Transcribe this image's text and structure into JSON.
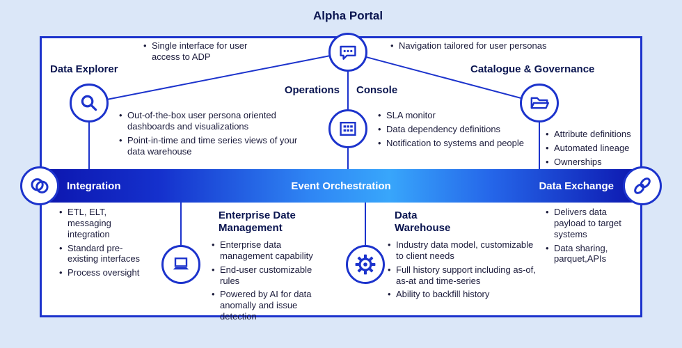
{
  "alpha": {
    "title": "Alpha Portal",
    "left_note": "Single interface for user access to ADP",
    "right_note": "Navigation tailored for user personas",
    "icon": "chat-bubble-icon"
  },
  "explorer": {
    "title": "Data Explorer",
    "icon": "search-icon",
    "bullets": [
      "Out-of-the-box user persona oriented dashboards and visualizations",
      "Point-in-time and time series views of your data warehouse"
    ]
  },
  "console": {
    "title_left": "Operations",
    "title_right": "Console",
    "icon": "console-grid-icon",
    "bullets": [
      "SLA monitor",
      "Data dependency definitions",
      "Notification to systems and people"
    ]
  },
  "catalogue": {
    "title": "Catalogue & Governance",
    "icon": "folder-icon",
    "bullets": [
      "Attribute definitions",
      "Automated lineage",
      "Ownerships"
    ]
  },
  "band": {
    "integration_label": "Integration",
    "orchestration_label": "Event Orchestration",
    "exchange_label": "Data Exchange",
    "integration_icon": "interlocked-rings-icon",
    "exchange_icon": "chain-link-icon"
  },
  "integration": {
    "bullets": [
      "ETL, ELT, messaging integration",
      "Standard pre-existing interfaces",
      "Process oversight"
    ]
  },
  "edm": {
    "title": "Enterprise Date Management",
    "icon": "laptop-icon",
    "bullets": [
      "Enterprise data management capability",
      "End-user customizable rules",
      "Powered by AI for data anomally and issue detection"
    ]
  },
  "warehouse": {
    "title": "Data Warehouse",
    "icon": "gear-icon",
    "bullets": [
      "Industry data model, customizable to client needs",
      "Full history support including as-of, as-at and time-series",
      "Ability to backfill history"
    ]
  },
  "exchange": {
    "bullets": [
      "Delivers data payload to target systems",
      "Data sharing, parquet,APIs"
    ]
  },
  "colors": {
    "accent": "#1c33cc",
    "band_dark": "#0c15ae",
    "band_light": "#38a6fb",
    "heading": "#0a1550",
    "text": "#1c1c3c",
    "background": "#dbe7f8",
    "panel": "#ffffff"
  }
}
